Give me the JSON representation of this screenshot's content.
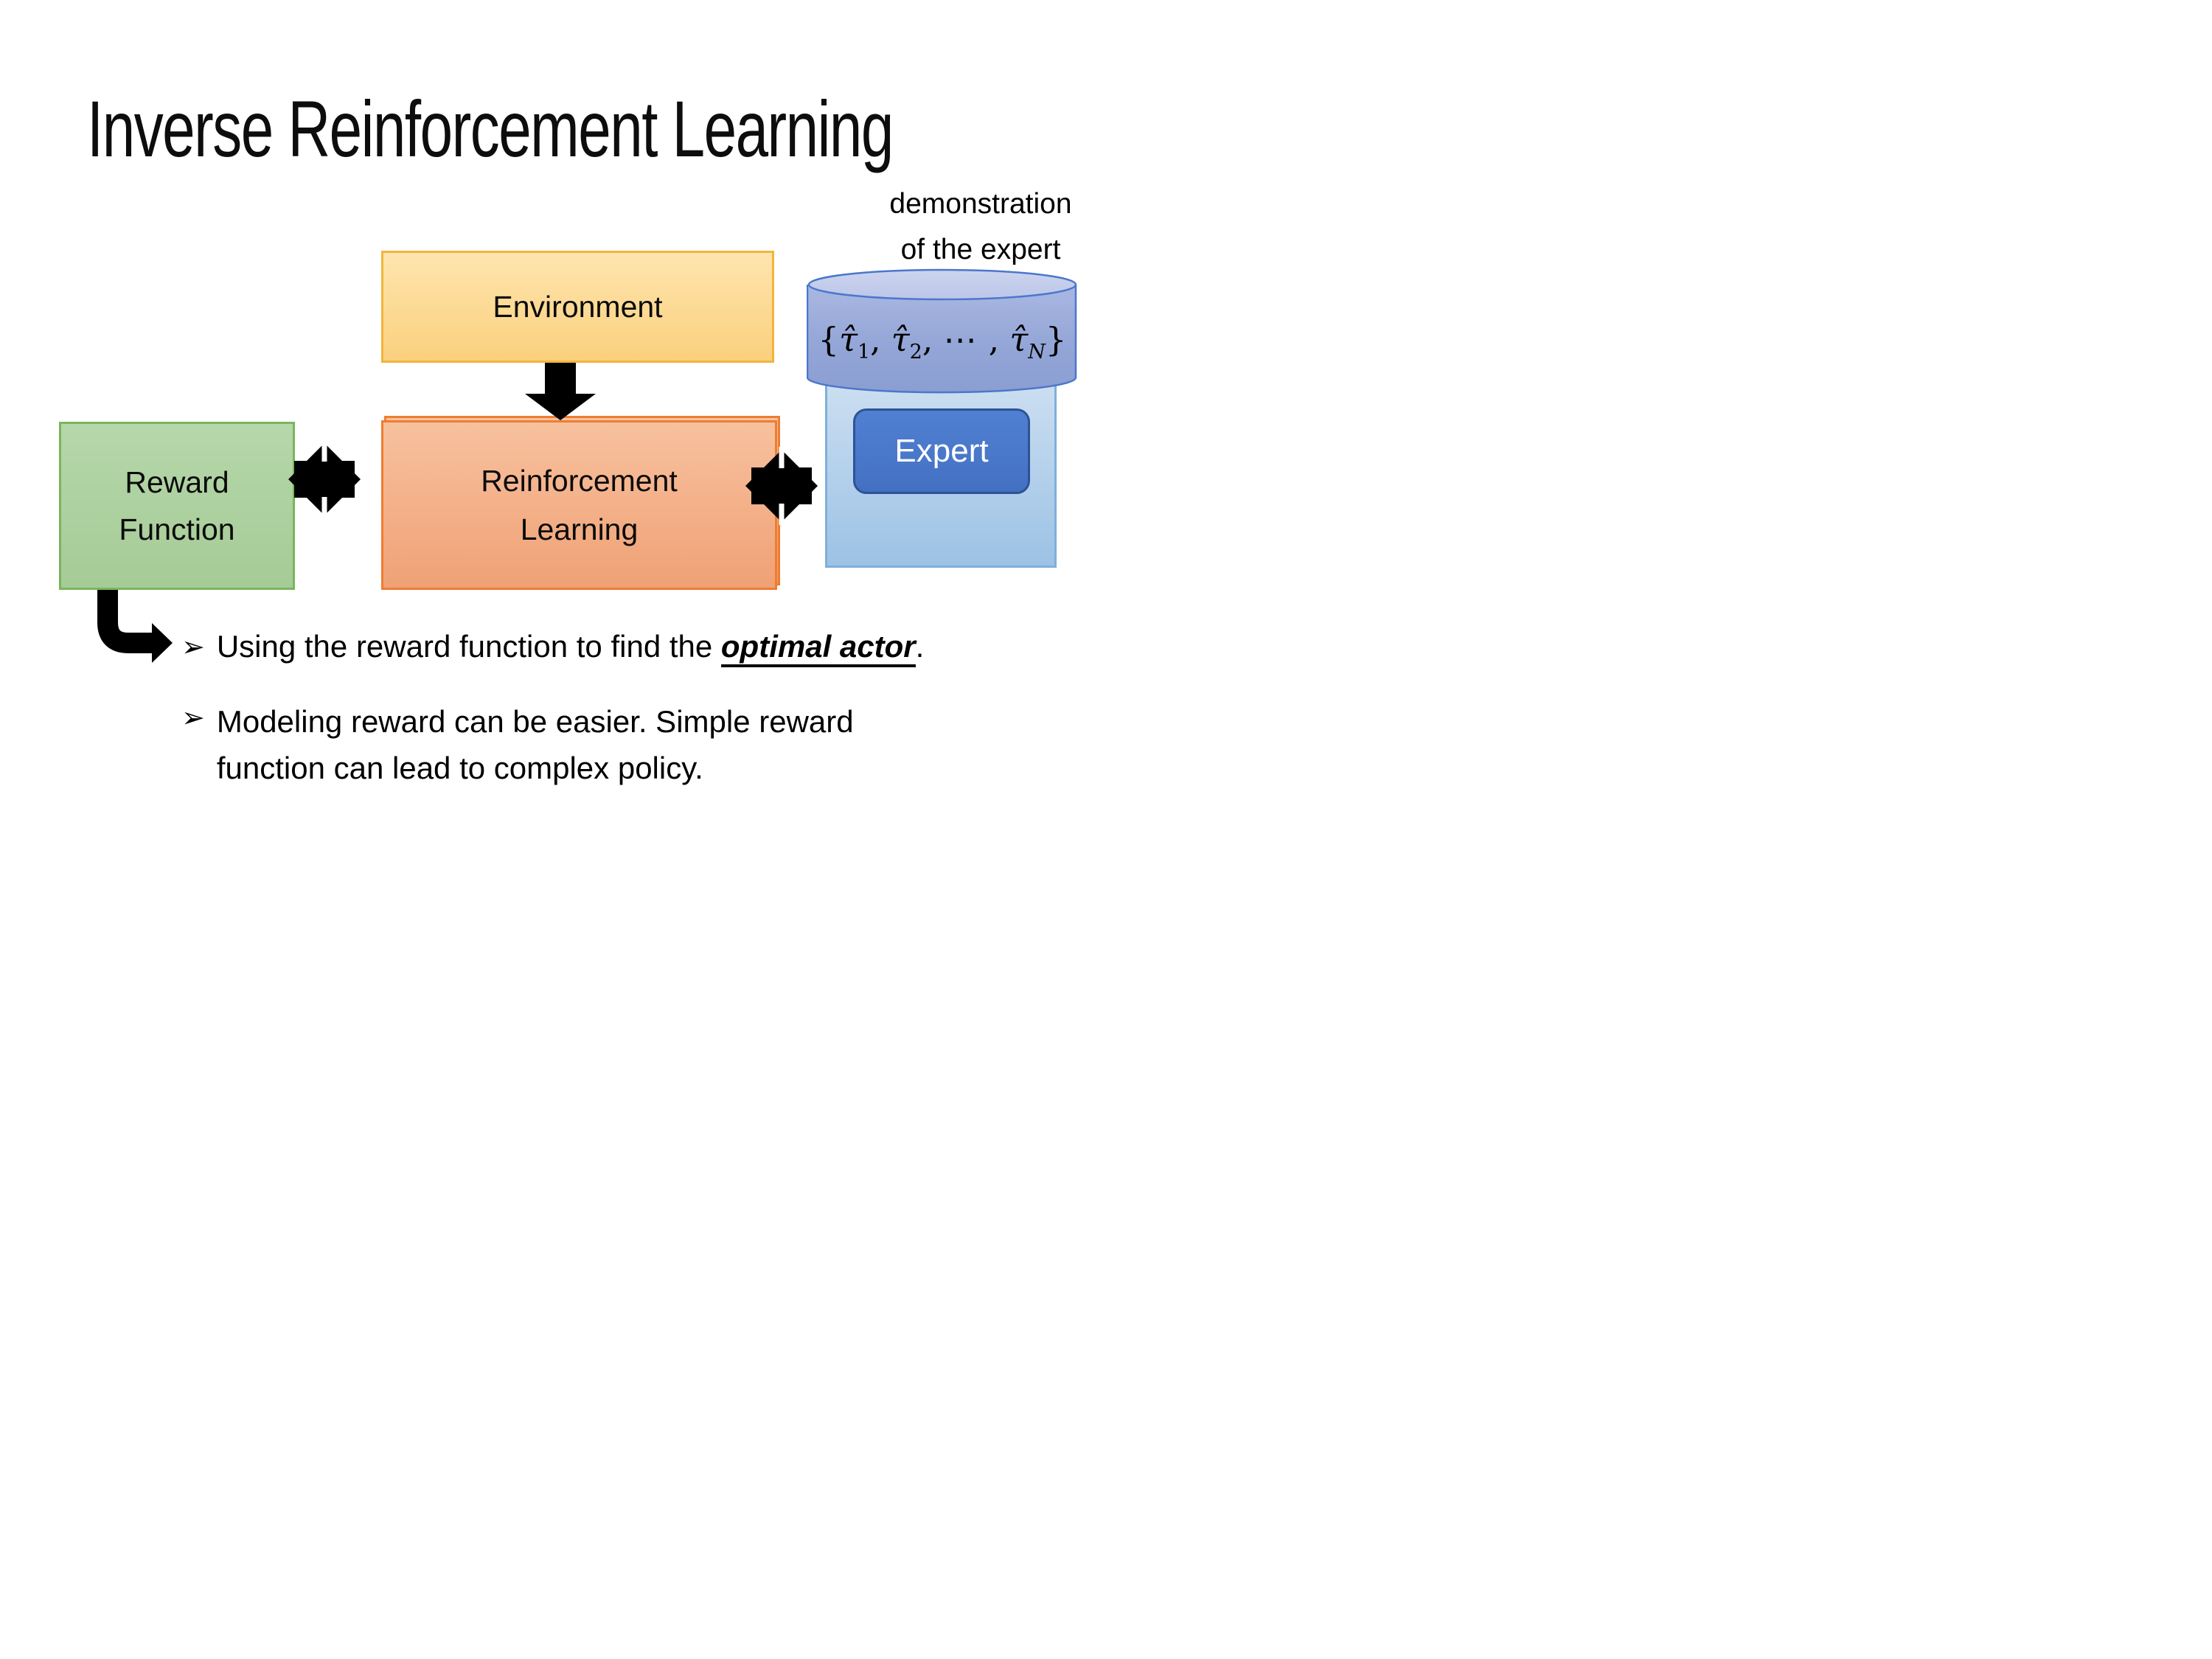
{
  "slide": {
    "title": "Inverse Reinforcement Learning",
    "demo_caption": {
      "line1": "demonstration",
      "line2": "of the expert"
    },
    "boxes": {
      "environment": {
        "label": "Environment"
      },
      "reward_function": {
        "label_line1": "Reward",
        "label_line2": "Function"
      },
      "reinforcement_learning": {
        "label_line1": "Reinforcement",
        "label_line2": "Learning"
      },
      "expert": {
        "label": "Expert"
      }
    },
    "formula": {
      "open": "{",
      "tau_hat_1": "τ̂",
      "sub1": "1",
      "comma1": ", ",
      "tau_hat_2": "τ̂",
      "sub2": "2",
      "comma2": ", ",
      "dots": "⋯",
      "comma3": " , ",
      "tau_hat_N": "τ̂",
      "subN": "N",
      "close": "}"
    },
    "bullets": [
      {
        "marker": "➢",
        "text_before": "Using the reward function to find the ",
        "text_emphasis": "optimal actor",
        "text_after": "."
      },
      {
        "marker": "➢",
        "lines": [
          "Modeling reward can be easier. Simple reward",
          "function can lead to complex policy."
        ]
      }
    ],
    "colors": {
      "environment_fill_top": "#FEE5AE",
      "environment_fill_bottom": "#FBD07E",
      "environment_border": "#F2B53C",
      "rl_fill_top": "#F7C19E",
      "rl_fill_bottom": "#F0A175",
      "rl_border": "#ED7D31",
      "reward_fill_top": "#B6D7AA",
      "reward_fill_bottom": "#A5CB96",
      "reward_border": "#79B55C",
      "expert_outer_fill_top": "#CBDEF1",
      "expert_outer_fill_bottom": "#9CC2E5",
      "expert_outer_border": "#7FAFDB",
      "expert_inner_fill": "#4472C4",
      "expert_inner_border": "#2D5396",
      "cylinder_body_fill": "#96A8D9",
      "cylinder_top_fill": "#C6CFEC",
      "cylinder_border": "#4B77CC",
      "arrow_color": "#000000",
      "text_color": "#000000"
    }
  }
}
